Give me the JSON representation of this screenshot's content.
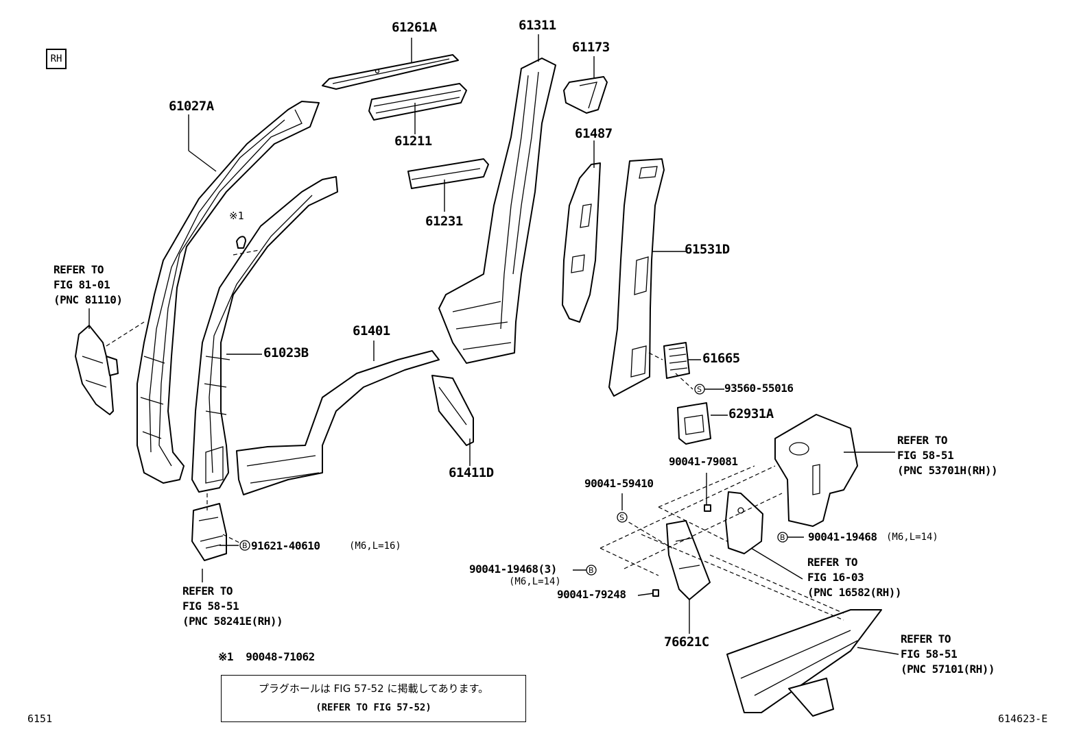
{
  "badge": "RH",
  "labels": {
    "p61261A": "61261A",
    "p61311": "61311",
    "p61173": "61173",
    "p61027A": "61027A",
    "p61211": "61211",
    "p61487": "61487",
    "p61231": "61231",
    "p61531D": "61531D",
    "p61023B": "61023B",
    "p61401": "61401",
    "p61665": "61665",
    "p93560": "93560-55016",
    "p62931A": "62931A",
    "p61411D": "61411D",
    "p90041_79081": "90041-79081",
    "p90041_59410": "90041-59410",
    "p91621": "91621-40610",
    "p91621_spec": "(M6,L=16)",
    "p90041_19468_r": "90041-19468",
    "p90041_19468_r_spec": "(M6,L=14)",
    "p90041_19468_l": "90041-19468(3)",
    "p90041_19468_l_spec": "(M6,L=14)",
    "p90041_79248": "90041-79248",
    "p76621C": "76621C",
    "mark1": "※1",
    "note_ref": "※1  90048-71062"
  },
  "refs": {
    "ref81": "REFER TO\nFIG 81-01\n(PNC 81110)",
    "ref5851a": "REFER TO\nFIG 58-51\n(PNC 53701H(RH))",
    "ref5851b": "REFER TO\nFIG 58-51\n(PNC 58241E(RH))",
    "ref1603": "REFER TO\nFIG 16-03\n(PNC 16582(RH))",
    "ref5851c": "REFER TO\nFIG 58-51\n(PNC 57101(RH))"
  },
  "symbols": {
    "s": "S",
    "b": "B"
  },
  "note": {
    "line1": "プラグホールは FIG 57-52 に掲載してあります。",
    "line2": "(REFER TO FIG 57-52)"
  },
  "footer": {
    "left": "6151",
    "right": "614623-E"
  }
}
